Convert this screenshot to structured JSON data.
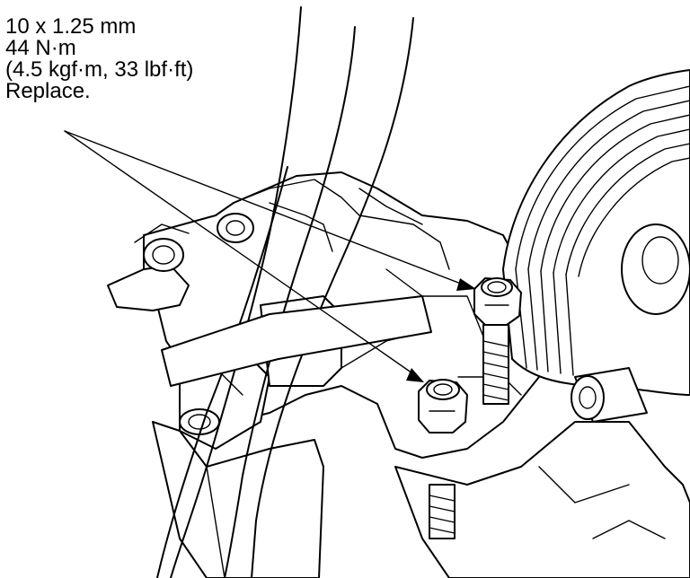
{
  "callout": {
    "thread": "10 x 1.25 mm",
    "torque_nm": "44 N·m",
    "torque_alt": "(4.5 kgf·m, 33 lbf·ft)",
    "note": "Replace."
  },
  "colors": {
    "ink": "#000000",
    "paper": "#ffffff"
  }
}
